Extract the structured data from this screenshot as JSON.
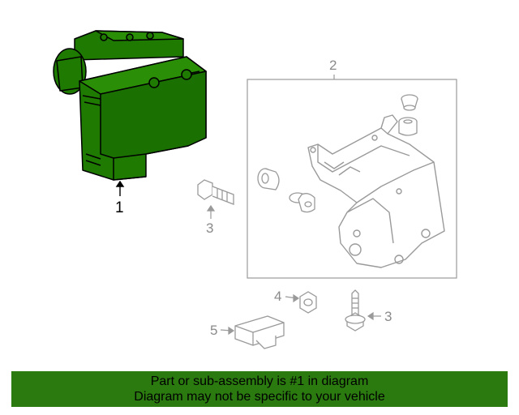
{
  "callouts": {
    "c1": "1",
    "c2": "2",
    "c3a": "3",
    "c3b": "3",
    "c4": "4",
    "c5": "5"
  },
  "banner": {
    "line1": "Part or sub-assembly is #1 in diagram",
    "line2": "Diagram may not be specific to your vehicle"
  },
  "colors": {
    "highlight_part": "#1e7a00",
    "banner": "#2a7a10",
    "line_art": "#9a9a9a"
  }
}
